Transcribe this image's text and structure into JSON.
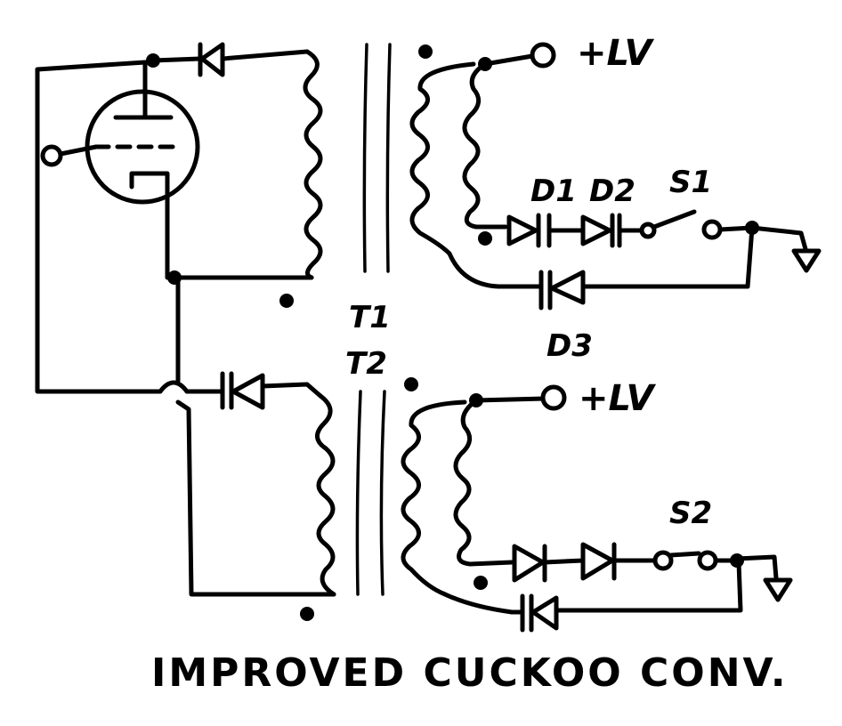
{
  "labels": {
    "lv_top": "+LV",
    "lv_bottom": "+LV",
    "d1": "D1",
    "d2": "D2",
    "d3": "D3",
    "s1": "S1",
    "s2": "S2",
    "t1": "T1",
    "t2": "T2",
    "title": "IMPROVED CUCKOO CONV."
  }
}
